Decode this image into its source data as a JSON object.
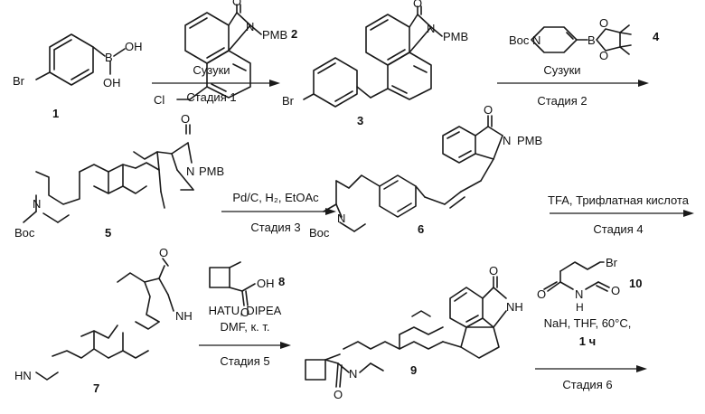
{
  "compounds": {
    "c1": {
      "number": "1",
      "atoms": {
        "br": "Br",
        "b": "B",
        "oh_top": "OH",
        "oh_bottom": "OH"
      }
    },
    "c2": {
      "number": "2",
      "atoms": {
        "o": "O",
        "n": "N",
        "pmb": "PMB",
        "cl": "Cl"
      }
    },
    "c3": {
      "number": "3",
      "atoms": {
        "o": "O",
        "n": "N",
        "pmb": "PMB",
        "br": "Br"
      }
    },
    "c4": {
      "number": "4",
      "atoms": {
        "boc": "Boc",
        "n": "N",
        "b": "B",
        "o1": "O",
        "o2": "O"
      }
    },
    "c5": {
      "number": "5",
      "atoms": {
        "o": "O",
        "n": "N",
        "pmb": "PMB",
        "n_chain": "N",
        "boc": "Boc"
      }
    },
    "c6": {
      "number": "6",
      "atoms": {
        "o": "O",
        "n": "N",
        "pmb": "PMB",
        "n_chain": "N",
        "boc": "Boc"
      }
    },
    "c7": {
      "number": "7",
      "atoms": {
        "o": "O",
        "nh": "NH",
        "hn": "HN"
      }
    },
    "c8": {
      "number": "8",
      "atoms": {
        "oh": "OH",
        "o": "O"
      }
    },
    "c9": {
      "number": "9",
      "atoms": {
        "o": "O",
        "nh": "NH",
        "n": "N",
        "o_amide": "O"
      }
    },
    "c10": {
      "number": "10",
      "atoms": {
        "br": "Br",
        "o1": "O",
        "nh": "H",
        "o2": "O"
      }
    }
  },
  "steps": [
    {
      "above": "Сузуки",
      "below": "Стадия 1"
    },
    {
      "above": "Сузуки",
      "below": "Стадия 2"
    },
    {
      "above": "Pd/C, H₂, EtOAc",
      "below": "Стадия 3"
    },
    {
      "above": "TFA, Трифлатная кислота",
      "below": "Стадия 4"
    },
    {
      "above_line1": "HATU, DIPEA",
      "above_line2": "DMF, к. т.",
      "below": "Стадия 5"
    },
    {
      "above_line1": "NaH, THF, 60°C,",
      "above_line2": "1 ч",
      "below": "Стадия 6"
    }
  ]
}
